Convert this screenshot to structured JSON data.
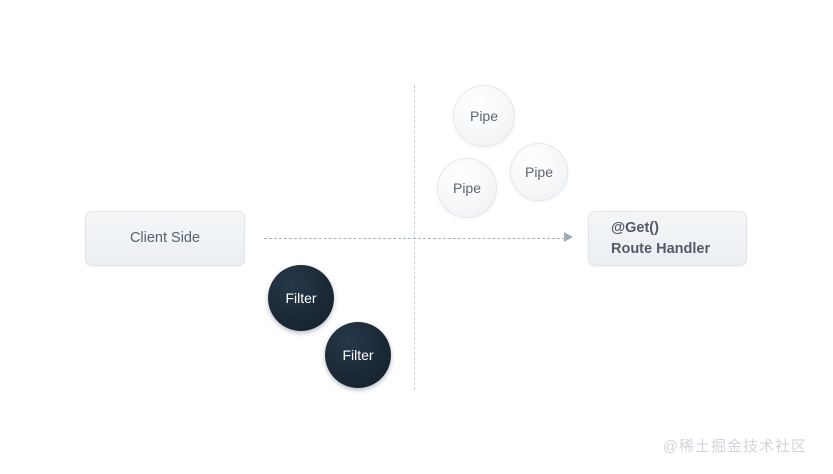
{
  "diagram": {
    "background_color": "#ffffff",
    "boxes": [
      {
        "id": "client-side",
        "label": "Client Side"
      },
      {
        "id": "route-handler",
        "line1": "@Get()",
        "line2": "Route Handler"
      }
    ],
    "pipes": [
      {
        "id": "pipe-top",
        "label": "Pipe"
      },
      {
        "id": "pipe-right",
        "label": "Pipe"
      },
      {
        "id": "pipe-left",
        "label": "Pipe"
      }
    ],
    "filters": [
      {
        "id": "filter-one",
        "label": "Filter"
      },
      {
        "id": "filter-two",
        "label": "Filter"
      }
    ],
    "colors": {
      "box_fill": "#eff2f5",
      "box_border": "#e2e6ea",
      "box_text": "#5a636d",
      "pipe_fill": "#f4f6f8",
      "pipe_text": "#5d666f",
      "filter_fill": "#1b2936",
      "filter_text": "#ffffff",
      "line": "#aab2ba",
      "divider": "#ccd2d8",
      "watermark": "#d2d6da"
    }
  },
  "watermark": {
    "text": "@稀土掘金技术社区"
  }
}
